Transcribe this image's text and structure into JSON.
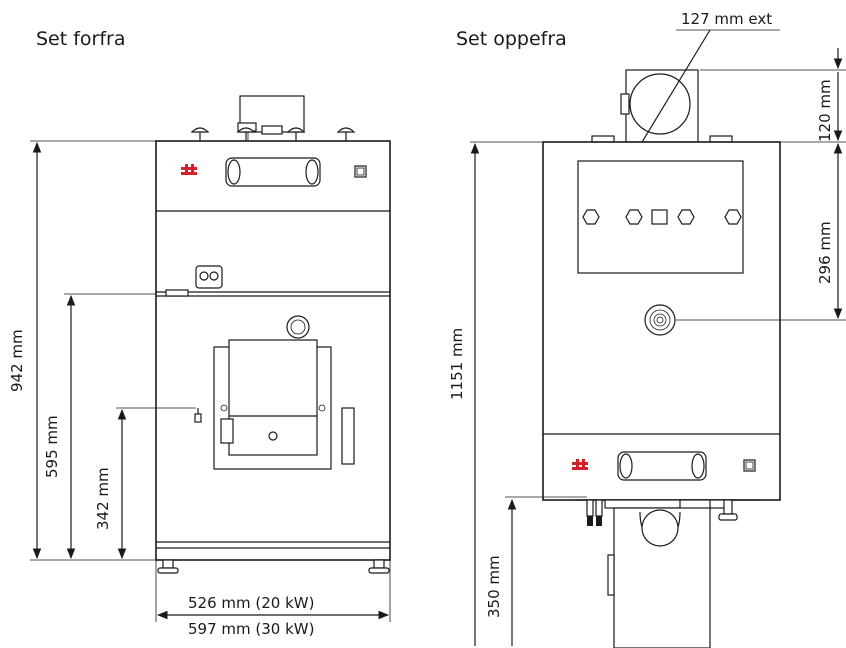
{
  "front_view": {
    "title": "Set forfra",
    "dim_height_total": "942 mm",
    "dim_height_door": "595 mm",
    "dim_height_lower": "342 mm",
    "dim_width_20kw": "526 mm (20 kW)",
    "dim_width_30kw": "597 mm (30 kW)"
  },
  "top_view": {
    "title": "Set oppefra",
    "dim_pipe": "127 mm ext",
    "dim_top_120": "120 mm",
    "dim_296": "296 mm",
    "dim_height_1151": "1151 mm",
    "dim_350": "350 mm"
  },
  "colors": {
    "line": "#1a1a1a",
    "logo": "#d4202a",
    "background": "#ffffff"
  }
}
